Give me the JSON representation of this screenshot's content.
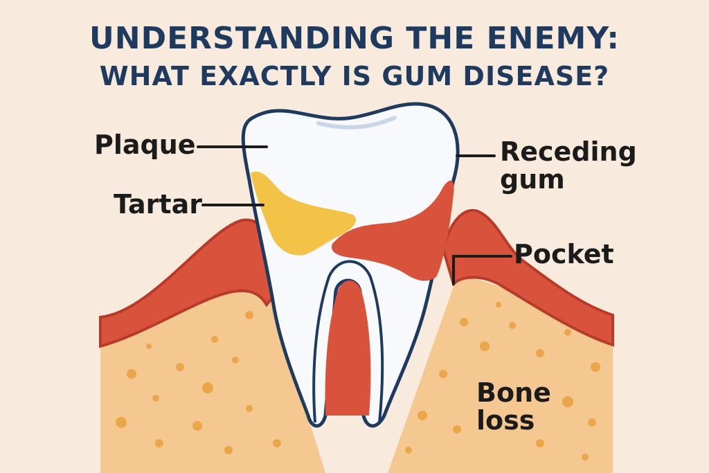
{
  "title": {
    "line1": "UNDERSTANDING THE ENEMY:",
    "line2": "WHAT EXACTLY IS GUM DISEASE?"
  },
  "labels": {
    "plaque": "Plaque",
    "tartar": "Tartar",
    "receding_gum_line1": "Receding",
    "receding_gum_line2": "gum",
    "pocket": "Pocket",
    "bone_loss_line1": "Bone",
    "bone_loss_line2": "loss"
  },
  "colors": {
    "background": "#f8ebdd",
    "title": "#1f3a5f",
    "outline": "#1f3a5f",
    "tooth": "#f7f9fc",
    "plaque_tartar": "#f2c347",
    "gum": "#d9533c",
    "gum_dark": "#b83a2a",
    "bone": "#f4c890",
    "bone_dots": "#eba64a"
  }
}
